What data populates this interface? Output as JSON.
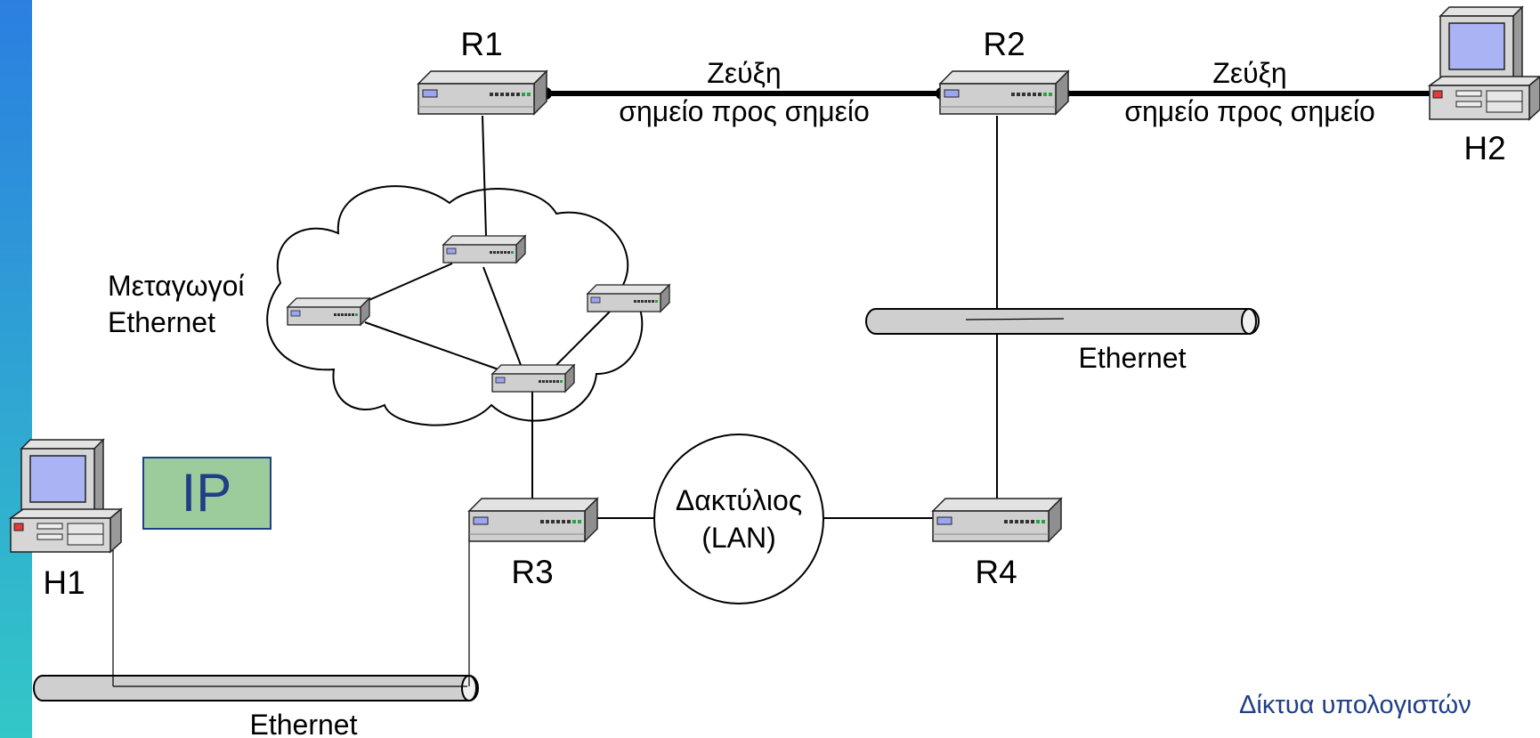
{
  "routers": {
    "r1": "R1",
    "r2": "R2",
    "r3": "R3",
    "r4": "R4"
  },
  "hosts": {
    "h1": "H1",
    "h2": "H2"
  },
  "links": {
    "p2p_r1_r2_line1": "Ζεύξη",
    "p2p_r1_r2_line2": "σημείο προς σημείο",
    "p2p_r2_h2_line1": "Ζεύξη",
    "p2p_r2_h2_line2": "σημείο προς σημείο"
  },
  "cloud": {
    "label_line1": "Μεταγωγοί",
    "label_line2": "Ethernet"
  },
  "ethernet_bottom": "Ethernet",
  "ethernet_right": "Ethernet",
  "ring": {
    "line1": "Δακτύλιος",
    "line2": "(LAN)"
  },
  "ip_box": {
    "text": "IP",
    "fill": "#9ccc9b",
    "text_color": "#1f3f86"
  },
  "footer": "Δίκτυα υπολογιστών",
  "colors": {
    "stripe_top": "#2b7fe0",
    "stripe_bottom": "#33c7c7",
    "footer_text": "#1f3f86"
  }
}
